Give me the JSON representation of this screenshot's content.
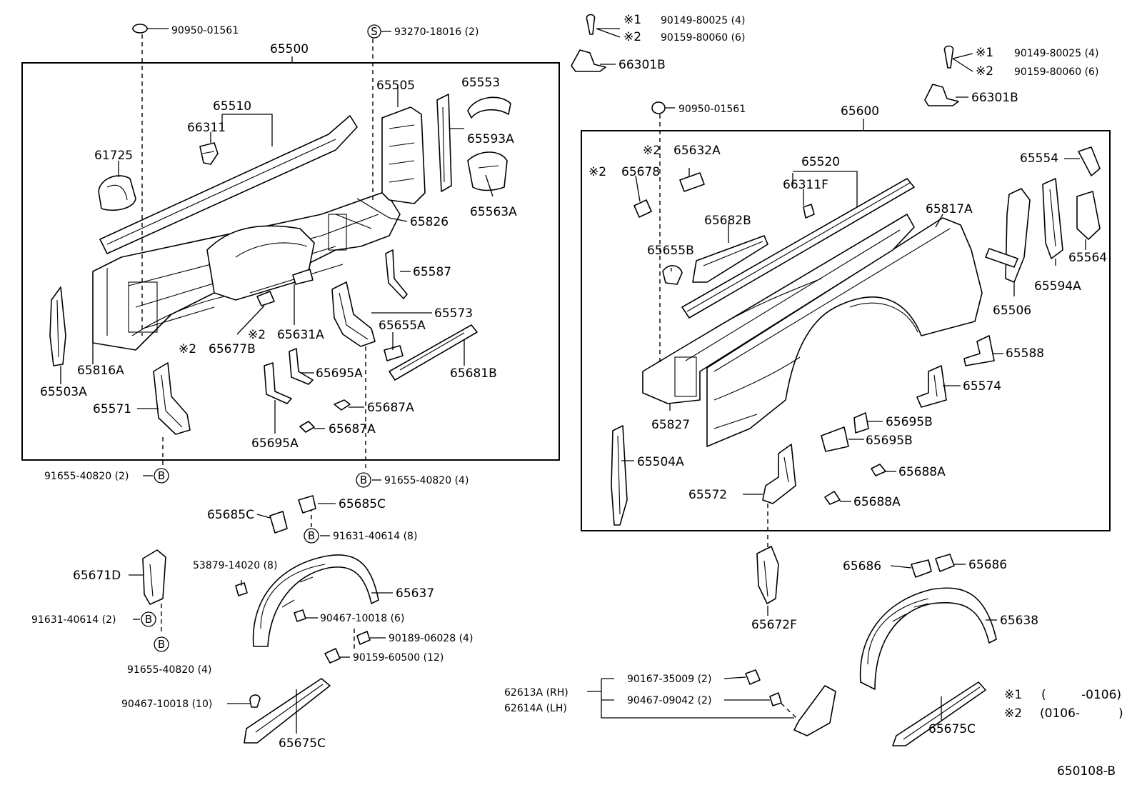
{
  "left_assembly": "65500",
  "right_assembly": "65600",
  "drawing_id": "650108-B",
  "callouts": {
    "c_90950_01561_l": "90950-01561",
    "c_93270": "93270-18016 (2)",
    "c_65510": "65510",
    "c_66311": "66311",
    "c_61725": "61725",
    "c_65505": "65505",
    "c_65553": "65553",
    "c_65593A": "65593A",
    "c_65563A": "65563A",
    "c_65826": "65826",
    "c_65587": "65587",
    "c_65573": "65573",
    "c_65655A": "65655A",
    "c_65631A": "65631A",
    "c_65677B": "65677B",
    "c_65816A": "65816A",
    "c_65503A": "65503A",
    "c_65695A_1": "65695A",
    "c_65681B": "65681B",
    "c_65571": "65571",
    "c_65687A_1": "65687A",
    "c_65687A_2": "65687A",
    "c_65695A_2": "65695A",
    "c_91655_2": "91655-40820 (2)",
    "c_91655_4a": "91655-40820 (4)",
    "c_65685C_1": "65685C",
    "c_65685C_2": "65685C",
    "c_91631_8": "91631-40614 (8)",
    "c_53879": "53879-14020 (8)",
    "c_65671D": "65671D",
    "c_65637": "65637",
    "c_91631_2": "91631-40614 (2)",
    "c_90467_6": "90467-10018 (6)",
    "c_90189": "90189-06028 (4)",
    "c_90159_12": "90159-60500 (12)",
    "c_91655_4b": "91655-40820 (4)",
    "c_90467_10": "90467-10018 (10)",
    "c_65675C_l": "65675C",
    "c_m1a": "90149-80025 (4)",
    "c_m2a": "90159-80060 (6)",
    "c_66301B_a": "66301B",
    "c_m1b": "90149-80025 (4)",
    "c_m2b": "90159-80060 (6)",
    "c_66301B_b": "66301B",
    "c_90950_01561_r": "90950-01561",
    "c_65632A": "65632A",
    "c_65678": "65678",
    "c_65520": "65520",
    "c_66311F": "66311F",
    "c_65554": "65554",
    "c_65682B": "65682B",
    "c_65817A": "65817A",
    "c_65564": "65564",
    "c_65594A": "65594A",
    "c_65655B": "65655B",
    "c_65506": "65506",
    "c_65588": "65588",
    "c_65574": "65574",
    "c_65827": "65827",
    "c_65695B_1": "65695B",
    "c_65695B_2": "65695B",
    "c_65504A": "65504A",
    "c_65688A_1": "65688A",
    "c_65572": "65572",
    "c_65688A_2": "65688A",
    "c_65686_1": "65686",
    "c_65686_2": "65686",
    "c_65672F": "65672F",
    "c_65638": "65638",
    "c_90167": "90167-35009 (2)",
    "c_90467_2": "90467-09042 (2)",
    "c_62613A": "62613A (RH)",
    "c_62614A": "62614A (LH)",
    "c_65675C_r": "65675C"
  },
  "marks": {
    "note1": "※1",
    "note2": "※2",
    "b": "B",
    "s": "S"
  },
  "legend": {
    "note1_range_open": "(",
    "note1_range_end": "-0106)",
    "note2_range": "(0106-",
    "note2_range_close": ")"
  }
}
